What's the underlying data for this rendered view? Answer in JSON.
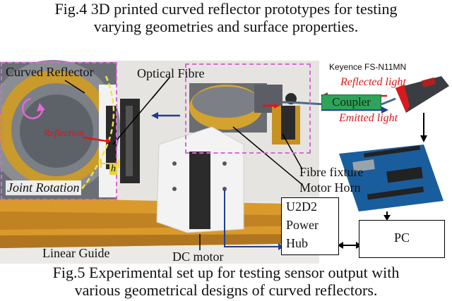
{
  "captions": {
    "fig4_line1": "Fig.4 3D printed curved reflector prototypes for testing",
    "fig4_line2": "varying geometries and surface properties.",
    "fig5_line1": "Fig.5 Experimental set up for testing sensor output with",
    "fig5_line2": "various geometrical designs of curved reflectors."
  },
  "labels": {
    "curved_reflector": "Curved Reflector",
    "optical_fibre": "Optical Fibre",
    "sensor_model": "Keyence FS-N11MN",
    "reflected_light": "Reflected light",
    "emitted_light": "Emitted light",
    "coupler": "Coupler",
    "reflection": "Reflection",
    "h": "h",
    "joint_rotation": "Joint Rotation",
    "fibre_fixture": "Fibre fixture",
    "motor_horn": "Motor Horn",
    "hub_line1": "U2D2",
    "hub_line2": "Power",
    "hub_line3": "Hub",
    "pc": "PC",
    "linear_guide": "Linear Guide",
    "dc_motor": "DC motor"
  },
  "colors": {
    "dashed_frame": "#d36bd3",
    "accent_red": "#d9191c",
    "coupler_green": "#2fa35a",
    "arrow_blue": "#1f3f8f",
    "rail_orange": "#d99a2b",
    "arduino_blue": "#1a5d9c"
  }
}
